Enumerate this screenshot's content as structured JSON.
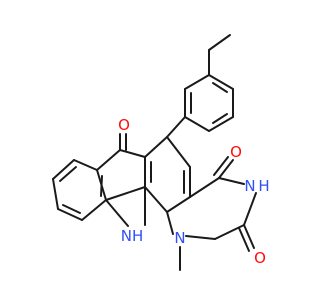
{
  "molecule": {
    "atom_labels": {
      "ketone_oxygen": "O",
      "amide_oxygen_upper": "O",
      "amide_oxygen_lower": "O",
      "imide_nitrogen": "N",
      "imide_hydrogen": "H",
      "amine_nh": "NH",
      "methyl_nitrogen": "N"
    },
    "colors": {
      "carbon_bond": "#1a1a1a",
      "oxygen": "#ff0d0d",
      "nitrogen": "#3050f8",
      "background": "#ffffff"
    }
  }
}
